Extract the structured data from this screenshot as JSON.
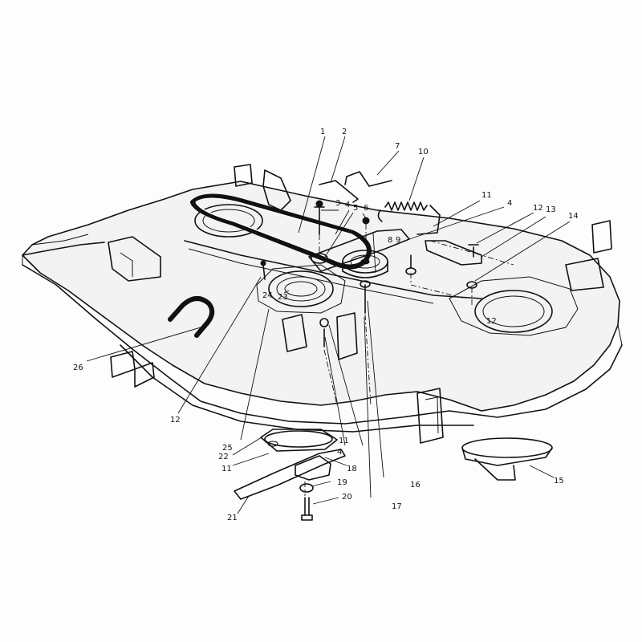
{
  "callouts": [
    {
      "id": "c1",
      "text": "1"
    },
    {
      "id": "c2",
      "text": "2"
    },
    {
      "id": "c3",
      "text": "3"
    },
    {
      "id": "c4a",
      "text": "4"
    },
    {
      "id": "c4b",
      "text": "4"
    },
    {
      "id": "c4c",
      "text": "4"
    },
    {
      "id": "c5",
      "text": "5"
    },
    {
      "id": "c6",
      "text": "6"
    },
    {
      "id": "c7",
      "text": "7"
    },
    {
      "id": "c8",
      "text": "8"
    },
    {
      "id": "c9",
      "text": "9"
    },
    {
      "id": "c10",
      "text": "10"
    },
    {
      "id": "c11a",
      "text": "11"
    },
    {
      "id": "c11b",
      "text": "11"
    },
    {
      "id": "c11c",
      "text": "11"
    },
    {
      "id": "c12a",
      "text": "12"
    },
    {
      "id": "c12b",
      "text": "12"
    },
    {
      "id": "c12c",
      "text": "12"
    },
    {
      "id": "c13",
      "text": "13"
    },
    {
      "id": "c14",
      "text": "14"
    },
    {
      "id": "c15",
      "text": "15"
    },
    {
      "id": "c16",
      "text": "16"
    },
    {
      "id": "c17",
      "text": "17"
    },
    {
      "id": "c18",
      "text": "18"
    },
    {
      "id": "c19",
      "text": "19"
    },
    {
      "id": "c20",
      "text": "20"
    },
    {
      "id": "c21",
      "text": "21"
    },
    {
      "id": "c22",
      "text": "22"
    },
    {
      "id": "c23",
      "text": "23"
    },
    {
      "id": "c24",
      "text": "24"
    },
    {
      "id": "c25",
      "text": "25"
    },
    {
      "id": "c26",
      "text": "26"
    }
  ]
}
